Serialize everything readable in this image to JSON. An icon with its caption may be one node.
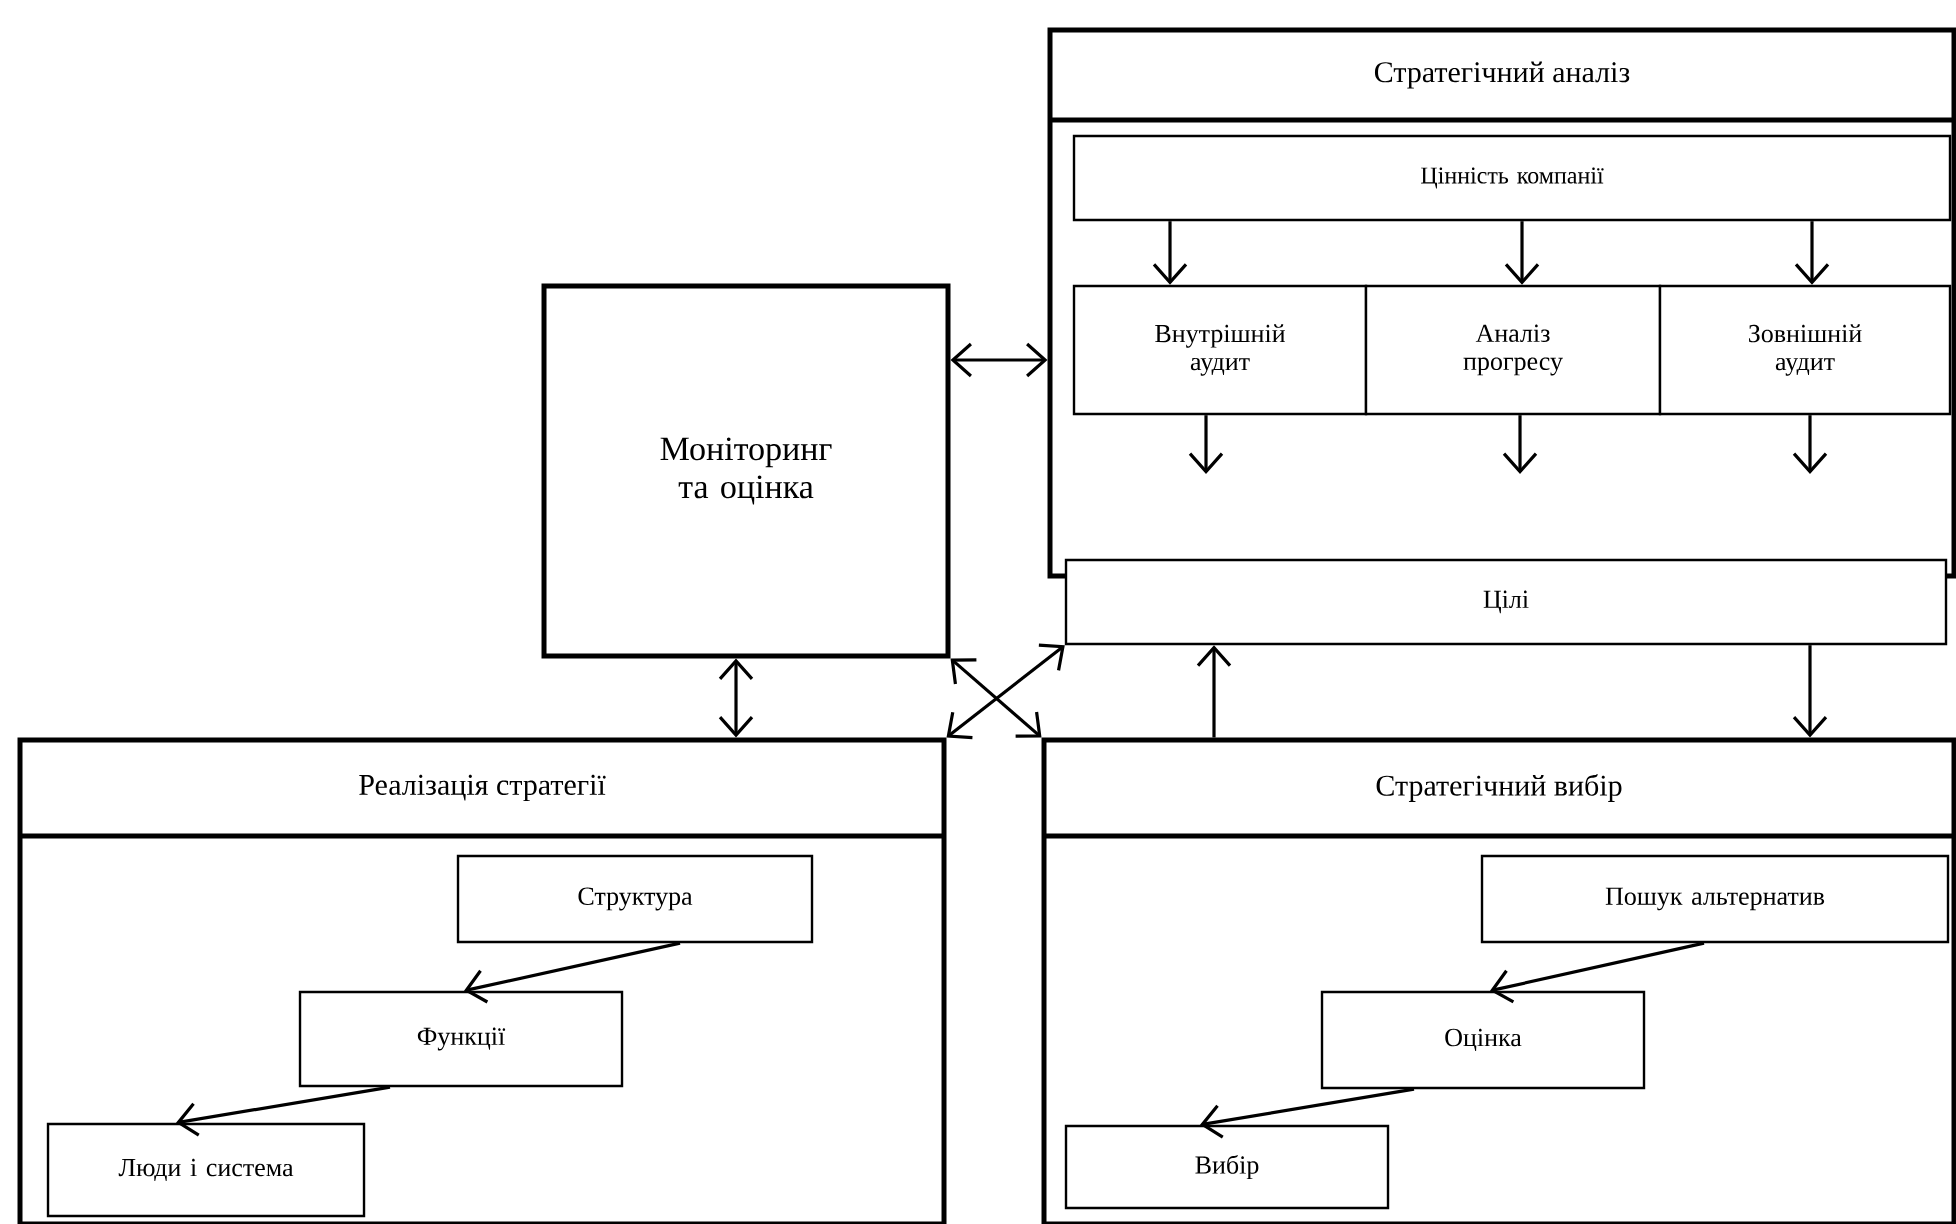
{
  "diagram": {
    "nodes": [
      {
        "text": [
          "Стратегічний аналіз"
        ]
      },
      {
        "text": [
          "Цінність компанії"
        ],
        "in": 0
      },
      {
        "text": [
          "Внутрішній аудит"
        ],
        "in": 0
      },
      {
        "text": [
          "Аналіз прогресу"
        ],
        "in": 0
      },
      {
        "text": [
          "Зовнішній аудит"
        ],
        "in": 0
      },
      {
        "text": [
          "Цілі"
        ]
      },
      {
        "text": [
          "Моніторинг та оцінка"
        ]
      },
      {
        "text": [
          "Реалізація стратегії"
        ]
      },
      {
        "text": [
          "Структура"
        ],
        "in": 7
      },
      {
        "text": [
          "Функції"
        ],
        "in": 7
      },
      {
        "text": [
          "Люди і система"
        ],
        "in": 7
      },
      {
        "text": [
          "Стратегічний вибір"
        ]
      },
      {
        "text": [
          "Пошук альтернатив"
        ],
        "in": 11
      },
      {
        "text": [
          "Оцінка"
        ],
        "in": 11
      },
      {
        "text": [
          "Вибір"
        ],
        "in": 11
      }
    ],
    "edges": [
      {
        "from": 1,
        "to": 2,
        "arrow": "to"
      },
      {
        "from": 1,
        "to": 3,
        "arrow": "to"
      },
      {
        "from": 1,
        "to": 4,
        "arrow": "to"
      },
      {
        "from": 2,
        "to": null,
        "arrow": "to"
      },
      {
        "from": 3,
        "to": null,
        "arrow": "to"
      },
      {
        "from": 4,
        "to": null,
        "arrow": "to"
      },
      {
        "from": 6,
        "to": 0,
        "arrow": "both"
      },
      {
        "from": 6,
        "to": 7,
        "arrow": "both"
      },
      {
        "from": 6,
        "to": 11,
        "arrow": "both"
      },
      {
        "from": 7,
        "to": 5,
        "arrow": "both"
      },
      {
        "from": 11,
        "to": 5,
        "arrow": "to"
      },
      {
        "from": 5,
        "to": 11,
        "arrow": "to"
      },
      {
        "from": 8,
        "to": 9,
        "arrow": "to"
      },
      {
        "from": 9,
        "to": 10,
        "arrow": "to"
      },
      {
        "from": 12,
        "to": 13,
        "arrow": "to"
      },
      {
        "from": 13,
        "to": 14,
        "arrow": "to"
      }
    ]
  }
}
